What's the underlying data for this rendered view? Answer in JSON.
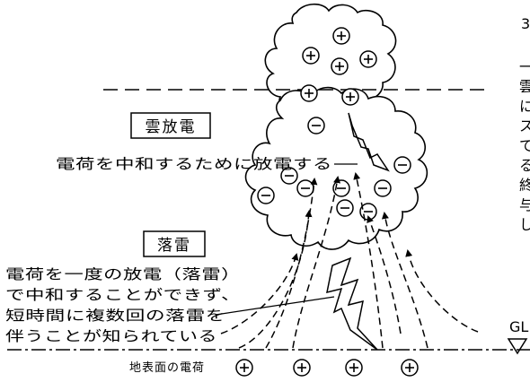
{
  "labels": {
    "cloud_discharge": "雲放電",
    "cloud_discharge_note": "電荷を中和するために放電する",
    "lightning_strike": "落雷",
    "strike_note": [
      "電荷を一度の放電（落雷）",
      "で中和することができず、",
      "短時間に複数回の落雷を",
      "伴うことが知られている"
    ],
    "ground_charge": "地表面の電荷",
    "ground_level": "GL"
  },
  "symbols": {
    "positive": "+",
    "negative": "−"
  },
  "side_text": {
    "top": "3",
    "column": [
      "一",
      "雲",
      "に",
      "ス",
      "て",
      "る",
      "終",
      "与",
      "し"
    ]
  },
  "counts": {
    "upper_cloud_positive": 6,
    "lower_cloud_negative": 9,
    "ground_positive": 4
  }
}
